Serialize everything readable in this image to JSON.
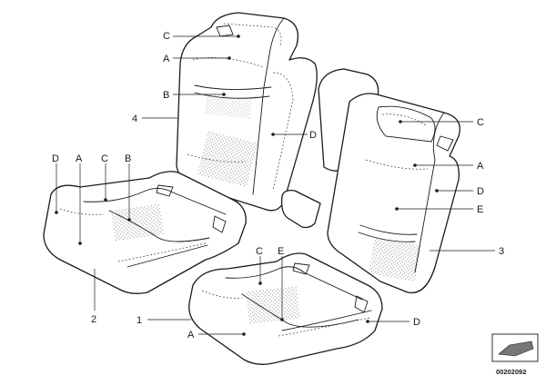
{
  "labels": {
    "one": "1",
    "two": "2",
    "three": "3",
    "four": "4",
    "a": "A",
    "b": "B",
    "c": "C",
    "d": "D",
    "e": "E"
  },
  "diagram_ref": "00202092"
}
